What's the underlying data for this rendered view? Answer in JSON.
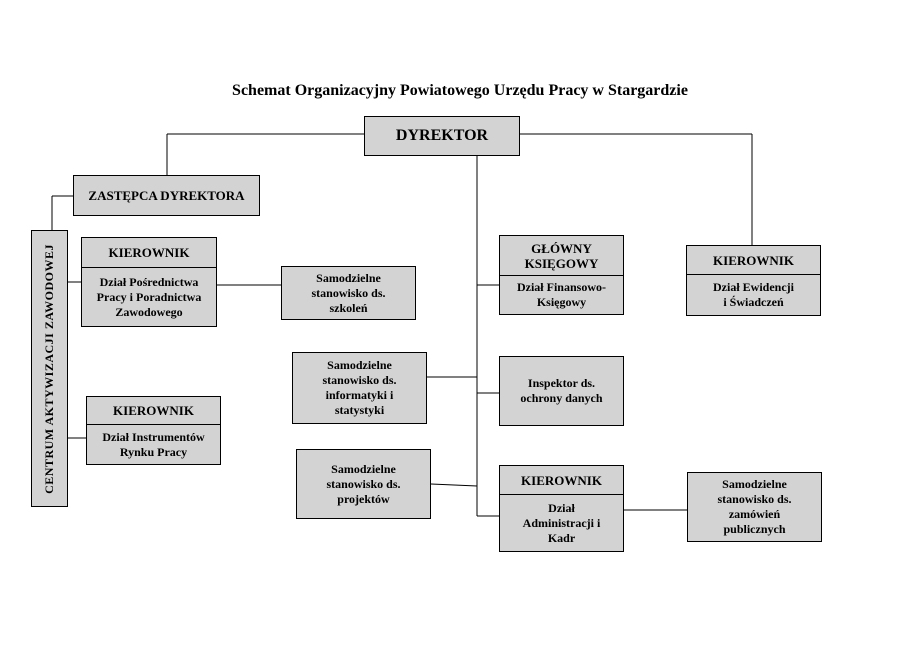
{
  "title": "Schemat Organizacyjny Powiatowego Urzędu Pracy w Stargardzie",
  "colors": {
    "box_fill": "#d3d3d3",
    "border": "#000000",
    "background": "#ffffff"
  },
  "nodes": {
    "director": "DYREKTOR",
    "deputy": "ZASTĘPCA DYREKTORA",
    "centrum": "CENTRUM AKTYWIZACJI ZAWODOWEJ",
    "posrednictwo": {
      "head": "KIEROWNIK",
      "name": "Dział Pośrednictwa\nPracy i Poradnictwa\nZawodowego"
    },
    "szkolen": "Samodzielne\nstanowisko ds.\nszkoleń",
    "instrumenty": {
      "head": "KIEROWNIK",
      "name": "Dział Instrumentów\nRynku Pracy"
    },
    "ksiegowy": {
      "head": "GŁÓWNY\nKSIĘGOWY",
      "name": "Dział Finansowo-\nKsięgowy"
    },
    "ewidencja": {
      "head": "KIEROWNIK",
      "name": "Dział Ewidencji\ni Świadczeń"
    },
    "informatyki": "Samodzielne\nstanowisko ds.\ninformatyki i\nstatystyki",
    "inspektor": "Inspektor ds.\nochrony danych",
    "projektow": "Samodzielne\nstanowisko ds.\nprojektów",
    "administracja": {
      "head": "KIEROWNIK",
      "name": "Dział\nAdministracji i\nKadr"
    },
    "zamowien": "Samodzielne\nstanowisko ds.\nzamówień\npublicznych"
  }
}
